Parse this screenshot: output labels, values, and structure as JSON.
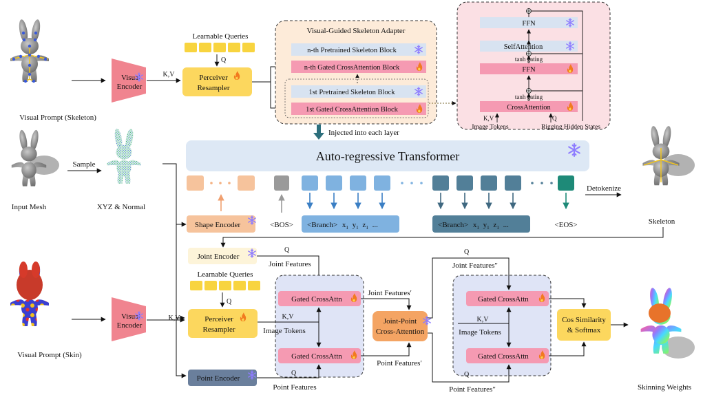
{
  "top": {
    "prompt_skeleton_caption": "Visual Prompt (Skeleton)",
    "visual_encoder": [
      "Visual",
      "Encoder"
    ],
    "kv": "K,V",
    "learnable_queries": "Learnable Queries",
    "q": "Q",
    "perceiver": [
      "Perceiver",
      "Resampler"
    ],
    "adapter_title": "Visual-Guided Skeleton Adapter",
    "adapter_blocks": [
      "n-th Pretrained Skeleton Block",
      "n-th Gated CrossAttention Block",
      "1st Pretrained Skeleton Block",
      "1st Gated CrossAttention Block"
    ],
    "detail_ffn": "FFN",
    "detail_selfattn": "SelfAttention",
    "detail_tanh": "tanh gating",
    "detail_crossattn": "CrossAttention",
    "detail_kv": "K,V",
    "detail_q": "Q",
    "detail_image_tokens": "Image Tokens",
    "detail_rigging": "Rigging Hidden States",
    "injected": "Injected into each layer"
  },
  "middle": {
    "input_mesh": "Input Mesh",
    "sample": "Sample",
    "xyz_normal": "XYZ & Normal",
    "transformer": "Auto-regressive Transformer",
    "shape_encoder": "Shape Encoder",
    "bos": "<BOS>",
    "eos": "<EOS>",
    "branch": "<Branch>",
    "coords": [
      "x",
      "y",
      "z"
    ],
    "sub1": "1",
    "ellipsis": "...",
    "detokenize": "Detokenize",
    "skeleton": "Skeleton"
  },
  "bottom": {
    "prompt_skin_caption": "Visual Prompt (Skin)",
    "visual_encoder": [
      "Visual",
      "Encoder"
    ],
    "kv": "K,V",
    "joint_encoder": "Joint Encoder",
    "q": "Q",
    "joint_features": "Joint Features",
    "learnable_queries": "Learnable Queries",
    "perceiver": [
      "Perceiver",
      "Resampler"
    ],
    "gated_crossattn": "Gated CrossAttn",
    "image_tokens": "Image Tokens",
    "point_encoder": "Point Encoder",
    "point_features": "Point Features",
    "joint_features_p": "Joint Features′",
    "point_features_p": "Point Features′",
    "joint_point": [
      "Joint-Point",
      "Cross-Attention"
    ],
    "joint_features_pp": "Joint Features″",
    "point_features_pp": "Point Features″",
    "cos_sim": [
      "Cos Similarity",
      "& Softmax"
    ],
    "skinning_weights": "Skinning Weights"
  },
  "colors": {
    "encoder_pink": "#f0848f",
    "perceiver_yellow": "#fcd75e",
    "query_yellow": "#f8d43f",
    "adapter_peach": "#fdebd9",
    "detail_pink": "#fbe0e4",
    "block_blue": "#d8e3f1",
    "block_pink": "#f59ab2",
    "transformer_blue": "#dde8f5",
    "token_light_blue": "#7fb2e0",
    "token_dark_blue": "#527f98",
    "eos_teal": "#1e8a78",
    "shape_peach": "#f6c39c",
    "joint_cream": "#fdf4d9",
    "point_slate": "#6a7f9c",
    "attn_region_blue": "#dfe4f6",
    "jp_orange": "#f4a463",
    "cos_yellow": "#fcd75e"
  },
  "icons": [
    "snowflake-icon",
    "flame-icon",
    "bunny-mesh-icon",
    "arrow-icon"
  ]
}
